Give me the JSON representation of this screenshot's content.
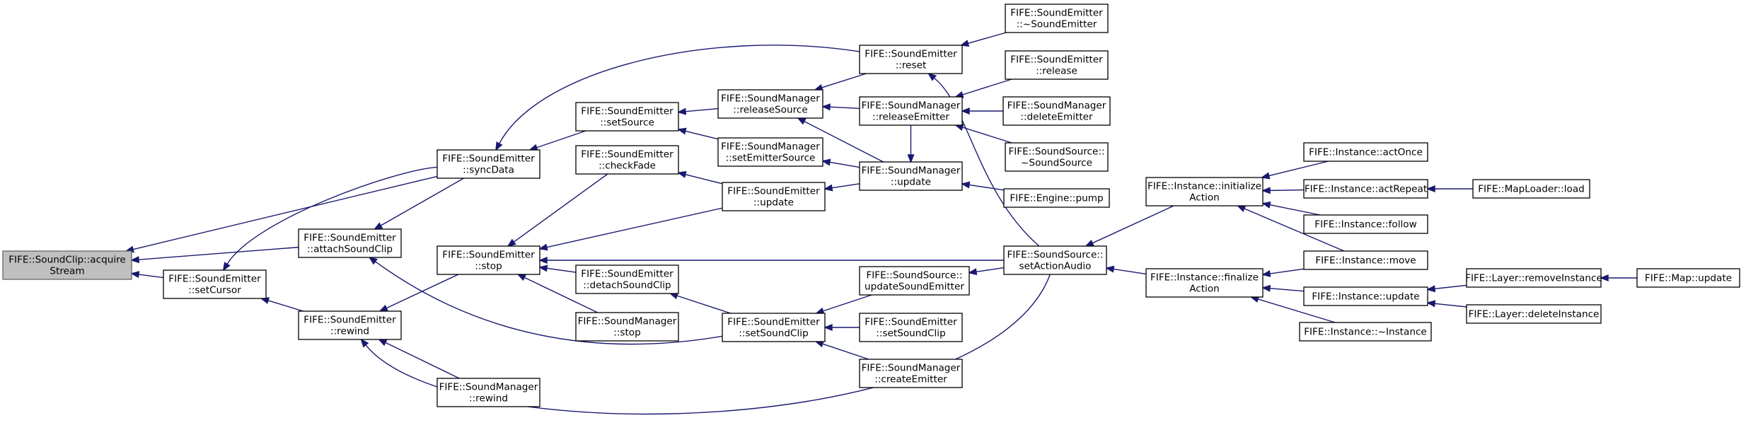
{
  "nodes": [
    {
      "id": "acquire",
      "lines": [
        "FIFE::SoundClip::acquire",
        "Stream"
      ],
      "root": true
    },
    {
      "id": "attachSoundClip",
      "lines": [
        "FIFE::SoundEmitter",
        "::attachSoundClip"
      ]
    },
    {
      "id": "setCursor",
      "lines": [
        "FIFE::SoundEmitter",
        "::setCursor"
      ]
    },
    {
      "id": "syncData",
      "lines": [
        "FIFE::SoundEmitter",
        "::syncData"
      ]
    },
    {
      "id": "rewind",
      "lines": [
        "FIFE::SoundEmitter",
        "::rewind"
      ]
    },
    {
      "id": "se_setSource",
      "lines": [
        "FIFE::SoundEmitter",
        "::setSource"
      ]
    },
    {
      "id": "se_reset",
      "lines": [
        "FIFE::SoundEmitter",
        "::reset"
      ]
    },
    {
      "id": "se_stop",
      "lines": [
        "FIFE::SoundEmitter",
        "::stop"
      ]
    },
    {
      "id": "se_setSoundClip",
      "lines": [
        "FIFE::SoundEmitter",
        "::setSoundClip"
      ]
    },
    {
      "id": "sm_rewind",
      "lines": [
        "FIFE::SoundManager",
        "::rewind"
      ]
    },
    {
      "id": "setActionAudio",
      "lines": [
        "FIFE::SoundSource::",
        "setActionAudio"
      ]
    },
    {
      "id": "sm_releaseSource",
      "lines": [
        "FIFE::SoundManager",
        "::releaseSource"
      ]
    },
    {
      "id": "sm_setEmitterSource",
      "lines": [
        "FIFE::SoundManager",
        "::setEmitterSource"
      ]
    },
    {
      "id": "sm_update",
      "lines": [
        "FIFE::SoundManager",
        "::update"
      ]
    },
    {
      "id": "se_checkFade",
      "lines": [
        "FIFE::SoundEmitter",
        "::checkFade"
      ]
    },
    {
      "id": "se_update",
      "lines": [
        "FIFE::SoundEmitter",
        "::update"
      ]
    },
    {
      "id": "se_detachSoundClip",
      "lines": [
        "FIFE::SoundEmitter",
        "::detachSoundClip"
      ]
    },
    {
      "id": "sm_stop",
      "lines": [
        "FIFE::SoundManager",
        "::stop"
      ]
    },
    {
      "id": "se_destructor",
      "lines": [
        "FIFE::SoundEmitter",
        "::~SoundEmitter"
      ]
    },
    {
      "id": "sm_releaseEmitter",
      "lines": [
        "FIFE::SoundManager",
        "::releaseEmitter"
      ]
    },
    {
      "id": "se_release",
      "lines": [
        "FIFE::SoundEmitter",
        "::release"
      ]
    },
    {
      "id": "sm_deleteEmitter",
      "lines": [
        "FIFE::SoundManager",
        "::deleteEmitter"
      ]
    },
    {
      "id": "ss_destructor",
      "lines": [
        "FIFE::SoundSource::",
        "~SoundSource"
      ]
    },
    {
      "id": "engine_pump",
      "lines": [
        "FIFE::Engine::pump"
      ]
    },
    {
      "id": "ss_updateSoundEmitter",
      "lines": [
        "FIFE::SoundSource::",
        "updateSoundEmitter"
      ]
    },
    {
      "id": "se_setSoundClip2",
      "lines": [
        "FIFE::SoundEmitter",
        "::setSoundClip"
      ]
    },
    {
      "id": "sm_createEmitter",
      "lines": [
        "FIFE::SoundManager",
        "::createEmitter"
      ]
    },
    {
      "id": "inst_initializeAction",
      "lines": [
        "FIFE::Instance::initialize",
        "Action"
      ]
    },
    {
      "id": "inst_finalizeAction",
      "lines": [
        "FIFE::Instance::finalize",
        "Action"
      ]
    },
    {
      "id": "inst_actOnce",
      "lines": [
        "FIFE::Instance::actOnce"
      ]
    },
    {
      "id": "inst_actRepeat",
      "lines": [
        "FIFE::Instance::actRepeat"
      ]
    },
    {
      "id": "inst_follow",
      "lines": [
        "FIFE::Instance::follow"
      ]
    },
    {
      "id": "inst_move",
      "lines": [
        "FIFE::Instance::move"
      ]
    },
    {
      "id": "inst_update",
      "lines": [
        "FIFE::Instance::update"
      ]
    },
    {
      "id": "inst_destructor",
      "lines": [
        "FIFE::Instance::~Instance"
      ]
    },
    {
      "id": "maploader_load",
      "lines": [
        "FIFE::MapLoader::load"
      ]
    },
    {
      "id": "layer_removeInstance",
      "lines": [
        "FIFE::Layer::removeInstance"
      ]
    },
    {
      "id": "layer_deleteInstance",
      "lines": [
        "FIFE::Layer::deleteInstance"
      ]
    },
    {
      "id": "map_update",
      "lines": [
        "FIFE::Map::update"
      ]
    }
  ],
  "edges": [
    {
      "from": "attachSoundClip",
      "to": "acquire"
    },
    {
      "from": "setCursor",
      "to": "acquire"
    },
    {
      "from": "syncData",
      "to": "acquire"
    },
    {
      "from": "syncData",
      "to": "setCursor"
    },
    {
      "from": "syncData",
      "to": "attachSoundClip"
    },
    {
      "from": "rewind",
      "to": "setCursor"
    },
    {
      "from": "se_setSource",
      "to": "syncData"
    },
    {
      "from": "se_reset",
      "to": "syncData"
    },
    {
      "from": "se_setSoundClip",
      "to": "attachSoundClip"
    },
    {
      "from": "se_stop",
      "to": "rewind"
    },
    {
      "from": "sm_rewind",
      "to": "rewind"
    },
    {
      "from": "setActionAudio",
      "to": "rewind"
    },
    {
      "from": "sm_releaseSource",
      "to": "se_setSource"
    },
    {
      "from": "sm_setEmitterSource",
      "to": "se_setSource"
    },
    {
      "from": "se_checkFade",
      "to": "se_stop"
    },
    {
      "from": "se_update",
      "to": "se_stop"
    },
    {
      "from": "se_detachSoundClip",
      "to": "se_stop"
    },
    {
      "from": "sm_stop",
      "to": "se_stop"
    },
    {
      "from": "setActionAudio",
      "to": "se_stop"
    },
    {
      "from": "se_update",
      "to": "se_checkFade"
    },
    {
      "from": "se_setSoundClip",
      "to": "se_detachSoundClip"
    },
    {
      "from": "se_reset",
      "to": "sm_releaseSource"
    },
    {
      "from": "sm_releaseEmitter",
      "to": "sm_releaseSource"
    },
    {
      "from": "sm_update",
      "to": "sm_releaseSource"
    },
    {
      "from": "sm_update",
      "to": "sm_setEmitterSource"
    },
    {
      "from": "sm_update",
      "to": "se_update"
    },
    {
      "from": "ss_updateSoundEmitter",
      "to": "se_setSoundClip"
    },
    {
      "from": "se_setSoundClip2",
      "to": "se_setSoundClip"
    },
    {
      "from": "sm_createEmitter",
      "to": "se_setSoundClip"
    },
    {
      "from": "se_destructor",
      "to": "se_reset"
    },
    {
      "from": "setActionAudio",
      "to": "se_reset"
    },
    {
      "from": "se_release",
      "to": "sm_releaseEmitter"
    },
    {
      "from": "sm_deleteEmitter",
      "to": "sm_releaseEmitter"
    },
    {
      "from": "ss_destructor",
      "to": "sm_releaseEmitter"
    },
    {
      "from": "sm_releaseEmitter",
      "to": "sm_update"
    },
    {
      "from": "engine_pump",
      "to": "sm_update"
    },
    {
      "from": "setActionAudio",
      "to": "ss_updateSoundEmitter"
    },
    {
      "from": "inst_initializeAction",
      "to": "setActionAudio"
    },
    {
      "from": "inst_finalizeAction",
      "to": "setActionAudio"
    },
    {
      "from": "inst_actOnce",
      "to": "inst_initializeAction"
    },
    {
      "from": "inst_actRepeat",
      "to": "inst_initializeAction"
    },
    {
      "from": "inst_follow",
      "to": "inst_initializeAction"
    },
    {
      "from": "inst_move",
      "to": "inst_initializeAction"
    },
    {
      "from": "inst_move",
      "to": "inst_finalizeAction"
    },
    {
      "from": "inst_update",
      "to": "inst_finalizeAction"
    },
    {
      "from": "inst_destructor",
      "to": "inst_finalizeAction"
    },
    {
      "from": "maploader_load",
      "to": "inst_actRepeat"
    },
    {
      "from": "layer_removeInstance",
      "to": "inst_update"
    },
    {
      "from": "layer_deleteInstance",
      "to": "inst_update"
    },
    {
      "from": "map_update",
      "to": "layer_removeInstance"
    }
  ]
}
